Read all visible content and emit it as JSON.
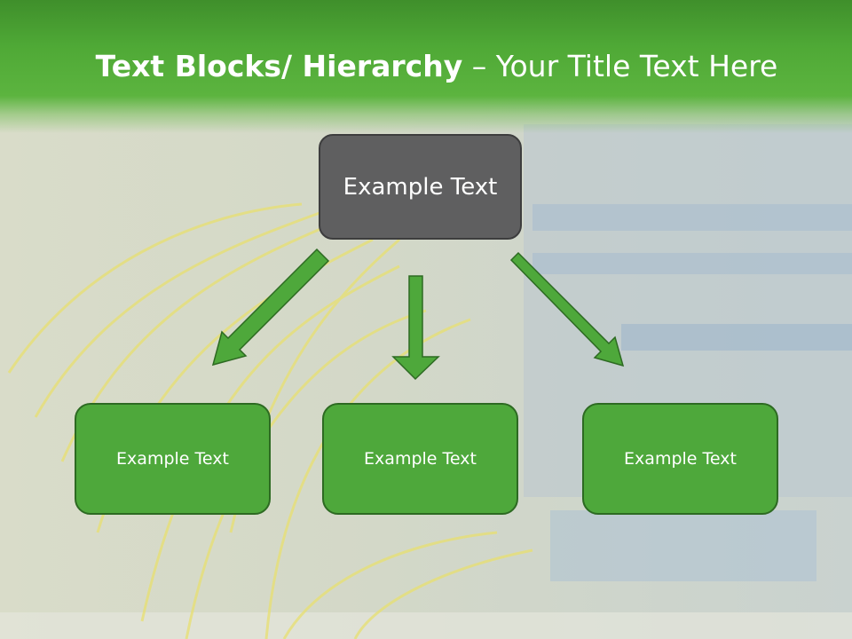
{
  "title": {
    "bold": "Text Blocks/ Hierarchy",
    "rest": " – Your Title Text Here"
  },
  "diagram": {
    "top": "Example Text",
    "children": [
      "Example Text",
      "Example Text",
      "Example Text"
    ]
  },
  "colors": {
    "header_green": "#4fa936",
    "box_green": "#4ea83b",
    "box_green_border": "#2d6a22",
    "top_box_gray": "#5f5f60",
    "arrow_green": "#4ea83b"
  }
}
